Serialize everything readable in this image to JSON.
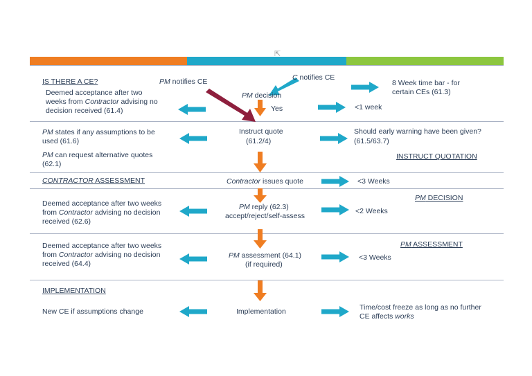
{
  "colors": {
    "orange": "#ef7d22",
    "teal": "#1fa8c9",
    "green": "#8cc63f",
    "maroon": "#8e1f3d",
    "arrow_blue": "#1fa8c9",
    "arrow_orange": "#ef7d22"
  },
  "rows": {
    "r1": {
      "left_heading": "IS THERE A CE?",
      "left_1": "Deemed acceptance after two",
      "left_2": "weeks from ",
      "left_2_i": "Contractor",
      "left_2_b": " advising no",
      "left_3": "decision received (61.4)",
      "pm_notifies_i": "PM",
      "pm_notifies": " notifies CE",
      "c_notifies_i": "C",
      "c_notifies": " notifies CE",
      "pm_decision_i": "PM",
      "pm_decision": " decision",
      "yes": "Yes",
      "right_1": "8 Week time bar - for",
      "right_2": "certain CEs (61.3)",
      "right_3": "<1 week"
    },
    "r2": {
      "left_1_i": "PM",
      "left_1": " states if any assumptions to be",
      "left_2": "used (61.6)",
      "left_3_i": "PM",
      "left_3": " can request alternative quotes",
      "left_4": "(62.1)",
      "center_1": "Instruct quote",
      "center_2": "(61.2/4)",
      "right_1": "Should early warning have been given?",
      "right_2": "(61.5/63.7)",
      "right_heading": "INSTRUCT QUOTATION"
    },
    "r3": {
      "left_heading_i": "CONTRACTOR",
      "left_heading": " ASSESSMENT",
      "center_i": "Contractor",
      "center": " issues quote",
      "right": "<3 Weeks"
    },
    "r4": {
      "right_heading_i": "PM",
      "right_heading": " DECISION",
      "left_1": "Deemed acceptance after two weeks",
      "left_2": "from ",
      "left_2_i": "Contractor",
      "left_2_b": " advising no decision",
      "left_3": "received (62.6)",
      "center_1_i": "PM",
      "center_1": " reply (62.3)",
      "center_2": "accept/reject/self-assess",
      "right": "<2 Weeks"
    },
    "r5": {
      "right_heading_i": "PM",
      "right_heading": " ASSESSMENT",
      "left_1": "Deemed acceptance after two weeks",
      "left_2": "from ",
      "left_2_i": "Contractor",
      "left_2_b": " advising no decision",
      "left_3": "received (64.4)",
      "center_1_i": "PM",
      "center_1": " assessment (64.1)",
      "center_2": "(if required)",
      "right": "<3 Weeks"
    },
    "r6": {
      "left_heading": "IMPLEMENTATION",
      "left_1": "New CE if assumptions change",
      "center": "Implementation",
      "right_1": "Time/cost freeze as long as no further",
      "right_2": "CE affects ",
      "right_2_i": "works"
    }
  }
}
